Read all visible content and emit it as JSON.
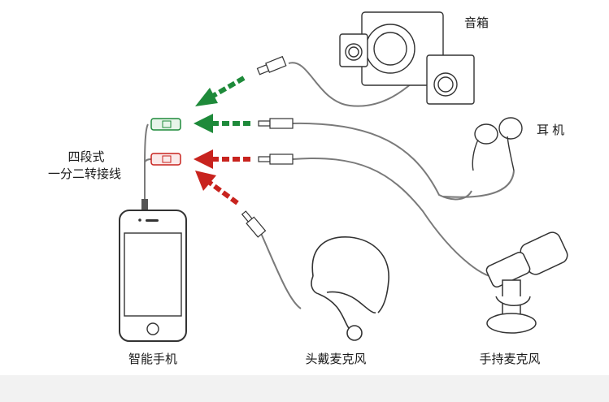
{
  "labels": {
    "speaker": "音箱",
    "earphone": "耳 机",
    "splitter_line1": "四段式",
    "splitter_line2": "一分二转接线",
    "phone": "智能手机",
    "headset_mic": "头戴麦克风",
    "handheld_mic": "手持麦克风"
  },
  "colors": {
    "green": "#1e8a3a",
    "red": "#c8231e",
    "cable": "#7a7a7a",
    "outline": "#333333"
  },
  "icons": {
    "speaker": "speaker-system-icon",
    "earphone": "earbud-icon",
    "phone": "smartphone-icon",
    "headset_mic": "headset-microphone-icon",
    "handheld_mic": "stand-microphone-icon",
    "splitter": "audio-splitter-cable-icon"
  }
}
